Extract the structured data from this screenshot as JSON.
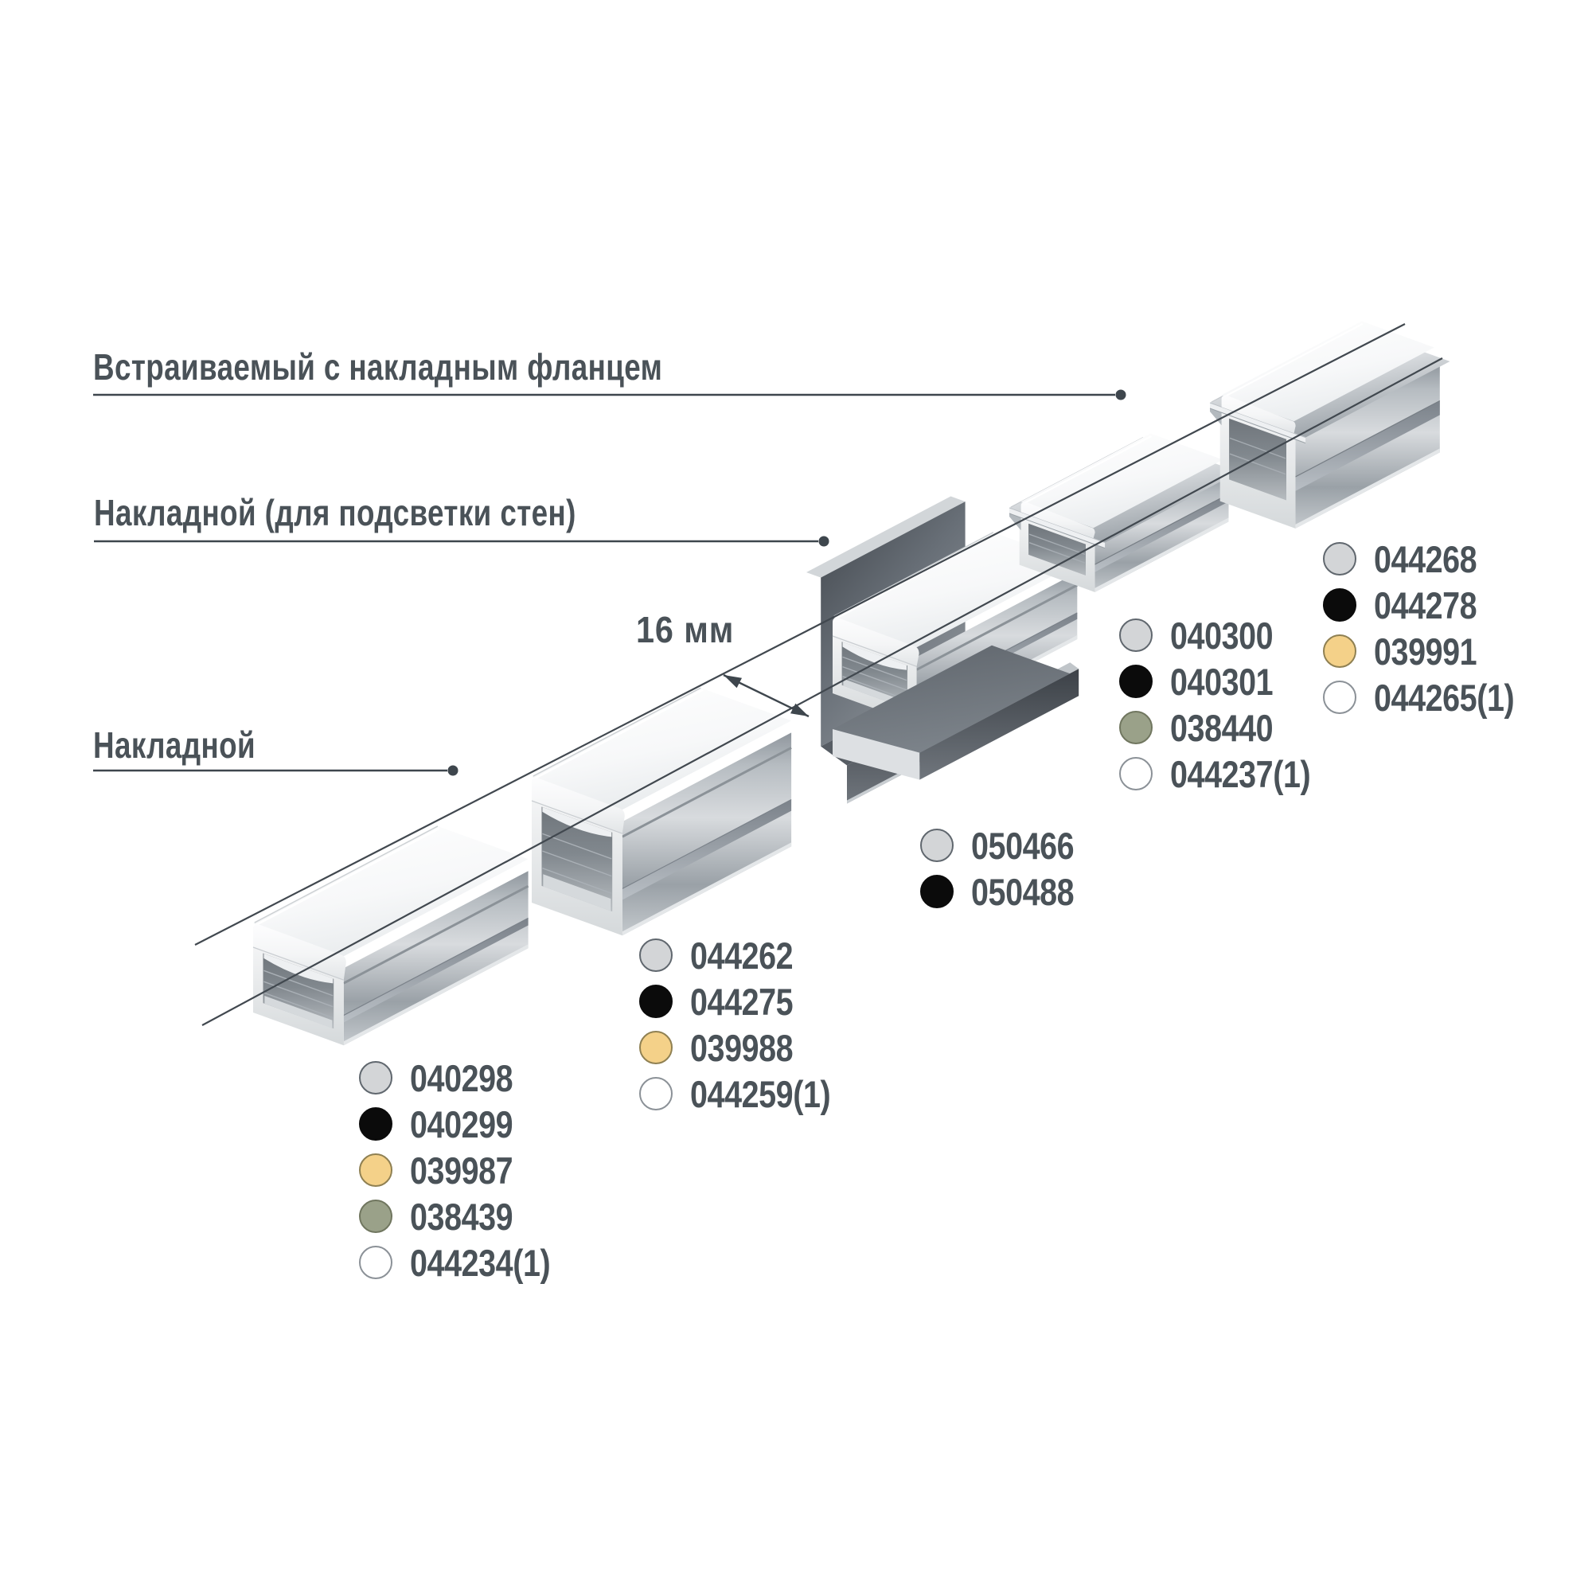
{
  "page": {
    "background": "#ffffff",
    "description": "Isometric diagram of LED strip aluminium profiles 16 mm with article numbers"
  },
  "colors": {
    "text": "#4a5258",
    "line": "#40474e",
    "accent_yellow": "#f4d189",
    "accent_olive": "#9aa189",
    "dot_gray": "#d3d5d7",
    "dot_black": "#0b0b0b",
    "dot_white": "#ffffff"
  },
  "palette": {
    "gray": "#d3d5d7",
    "black": "#0b0b0b",
    "yellow": "#f4d189",
    "olive": "#9aa189",
    "white": "#ffffff"
  },
  "callouts": [
    {
      "label": "Встраиваемый с накладным фланцем"
    },
    {
      "label": "Накладной (для подсветки стен)"
    },
    {
      "label": "Накладной"
    }
  ],
  "dimension": {
    "label": "16 мм"
  },
  "groups": [
    {
      "profile": "surface-low",
      "items": [
        {
          "color": "gray",
          "code": "040298"
        },
        {
          "color": "black",
          "code": "040299"
        },
        {
          "color": "yellow",
          "code": "039987"
        },
        {
          "color": "olive",
          "code": "038439"
        },
        {
          "color": "white",
          "code": "044234(1)"
        }
      ]
    },
    {
      "profile": "surface-high",
      "items": [
        {
          "color": "gray",
          "code": "044262"
        },
        {
          "color": "black",
          "code": "044275"
        },
        {
          "color": "yellow",
          "code": "039988"
        },
        {
          "color": "white",
          "code": "044259(1)"
        }
      ]
    },
    {
      "profile": "wall-mount",
      "items": [
        {
          "color": "gray",
          "code": "050466"
        },
        {
          "color": "black",
          "code": "050488"
        }
      ]
    },
    {
      "profile": "recessed-low",
      "items": [
        {
          "color": "gray",
          "code": "040300"
        },
        {
          "color": "black",
          "code": "040301"
        },
        {
          "color": "olive",
          "code": "038440"
        },
        {
          "color": "white",
          "code": "044237(1)"
        }
      ]
    },
    {
      "profile": "recessed-high",
      "items": [
        {
          "color": "gray",
          "code": "044268"
        },
        {
          "color": "black",
          "code": "044278"
        },
        {
          "color": "yellow",
          "code": "039991"
        },
        {
          "color": "white",
          "code": "044265(1)"
        }
      ]
    }
  ]
}
